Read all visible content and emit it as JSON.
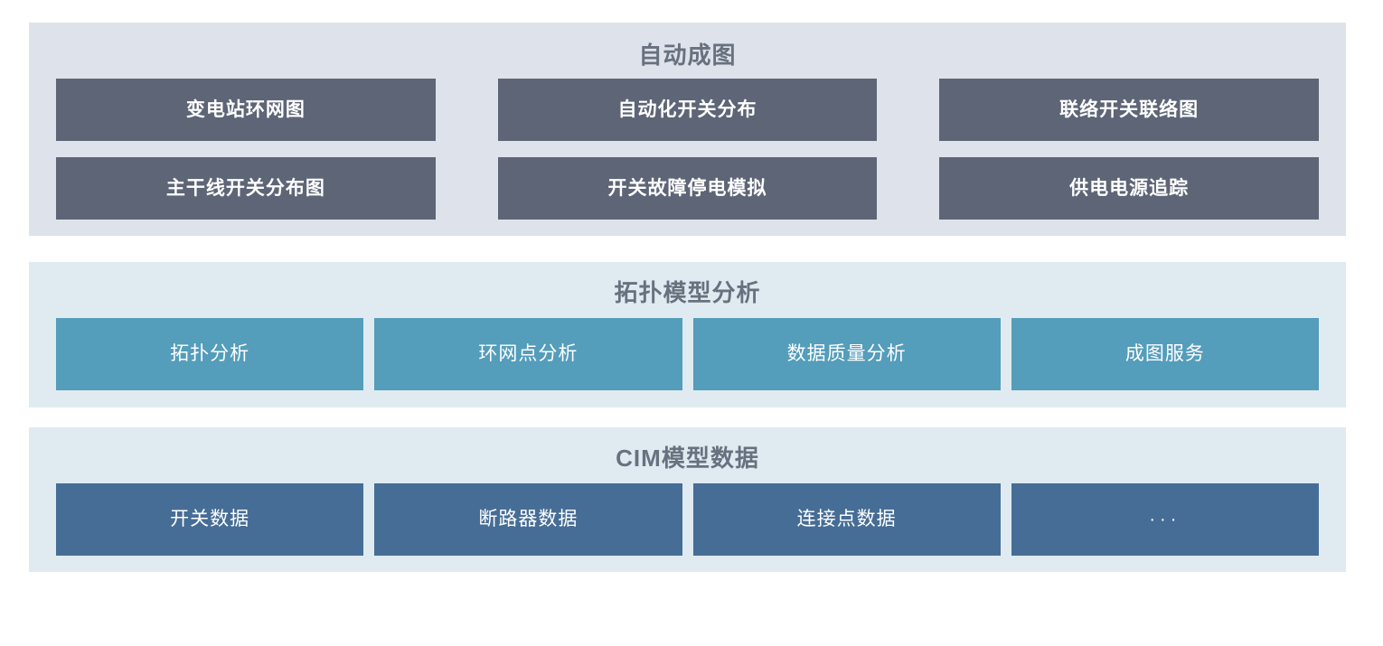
{
  "layers": [
    {
      "id": "auto-mapping",
      "title": "自动成图",
      "background_color": "#dee2ea",
      "button_color": "#5d6576",
      "rows": [
        [
          {
            "label": "变电站环网图"
          },
          {
            "label": "自动化开关分布"
          },
          {
            "label": "联络开关联络图"
          }
        ],
        [
          {
            "label": "主干线开关分布图"
          },
          {
            "label": "开关故障停电模拟"
          },
          {
            "label": "供电电源追踪"
          }
        ]
      ]
    },
    {
      "id": "topology-model-analysis",
      "title": "拓扑模型分析",
      "background_color": "#dfebf1",
      "button_color": "#549dbb",
      "rows": [
        [
          {
            "label": "拓扑分析"
          },
          {
            "label": "环网点分析"
          },
          {
            "label": "数据质量分析"
          },
          {
            "label": "成图服务"
          }
        ]
      ]
    },
    {
      "id": "cim-model-data",
      "title": "CIM模型数据",
      "background_color": "#dfebf1",
      "button_color": "#466d96",
      "rows": [
        [
          {
            "label": "开关数据"
          },
          {
            "label": "断路器数据"
          },
          {
            "label": "连接点数据"
          },
          {
            "label": "···"
          }
        ]
      ]
    }
  ],
  "colors": {
    "title_text": "#68717f",
    "button_text": "#ffffff",
    "page_background": "#ffffff"
  }
}
